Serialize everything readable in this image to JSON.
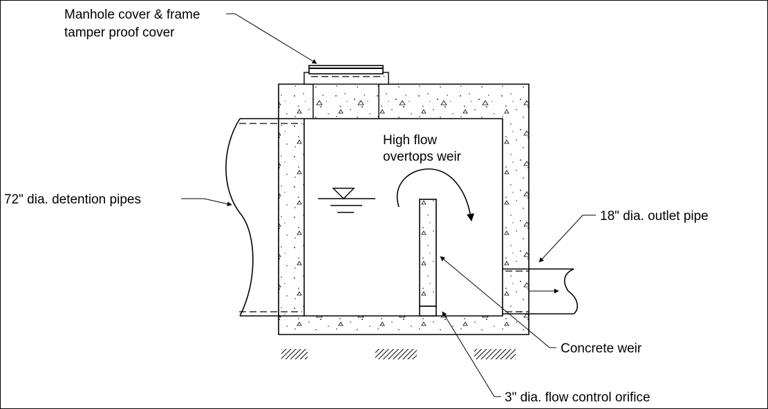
{
  "labels": {
    "manhole_line1": "Manhole cover & frame",
    "manhole_line2": "tamper proof cover",
    "detention_pipes": "72\" dia. detention pipes",
    "high_flow_line1": "High flow",
    "high_flow_line2": "overtops weir",
    "outlet_pipe": "18\" dia.  outlet pipe",
    "concrete_weir": "Concrete weir",
    "orifice": "3\" dia. flow control orifice"
  }
}
